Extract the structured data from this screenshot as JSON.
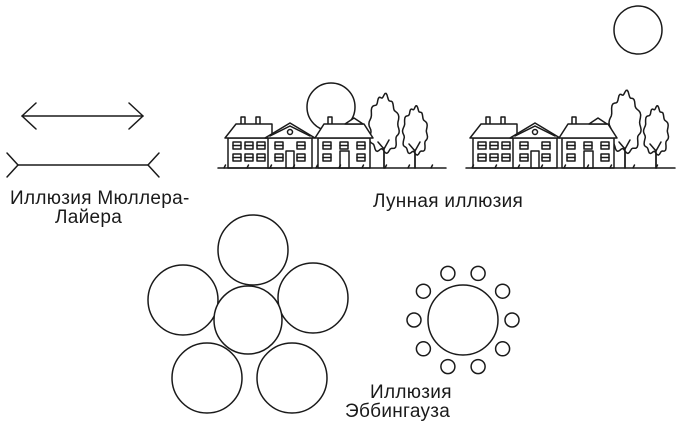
{
  "illusions": {
    "muller_lyer": {
      "label_line1": "Иллюзия Мюллера-",
      "label_line2": "Лайера"
    },
    "moon": {
      "label": "Лунная иллюзия"
    },
    "ebbinghaus": {
      "label_line1": "Иллюзия",
      "label_line2": "Эббингауза"
    }
  },
  "colors": {
    "ink": "#1a1a1a",
    "background": "#ffffff"
  }
}
